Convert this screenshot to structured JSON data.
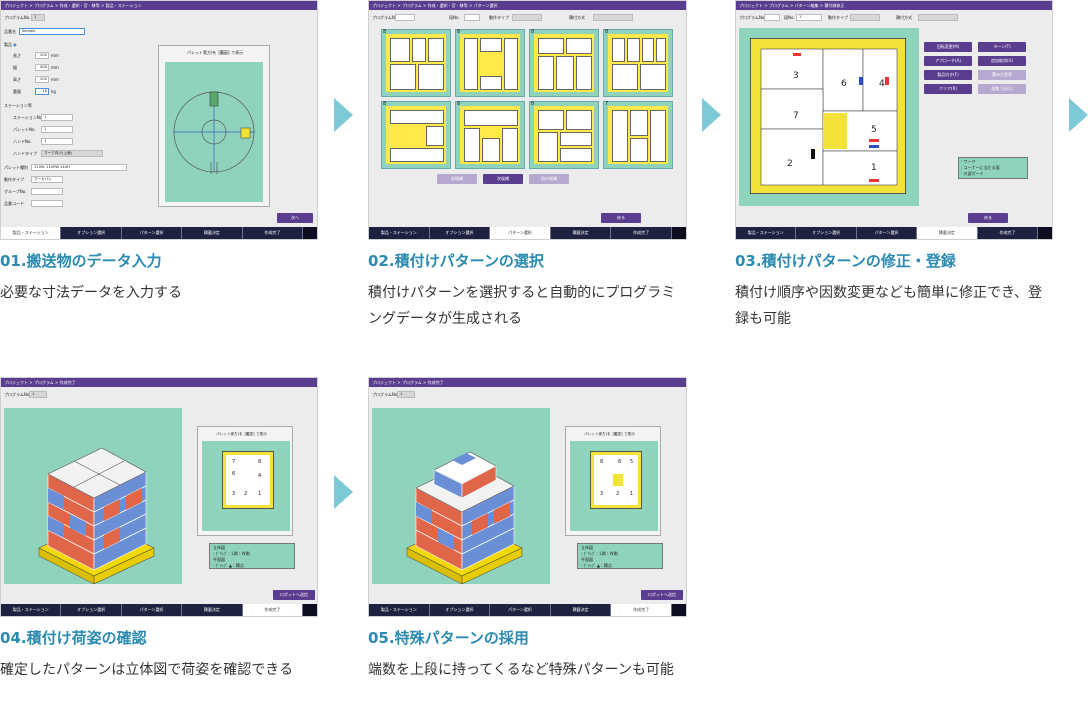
{
  "steps": [
    {
      "caption": "01.搬送物のデータ入力",
      "desc": "必要な寸法データを入力する",
      "screen": {
        "breadcrumb": "プロジェクト > プログラム > 作成・選択・宮・移等 > 製品・ステーション",
        "program_no_label": "プログラムNo.",
        "program_no": "1",
        "product_name_label": "品番名",
        "product_name": "Sample",
        "product_label": "製品",
        "dims": [
          {
            "label": "長さ",
            "value": "200",
            "unit": "mm"
          },
          {
            "label": "幅",
            "value": "400",
            "unit": "mm"
          },
          {
            "label": "高さ",
            "value": "200",
            "unit": "mm"
          },
          {
            "label": "重量",
            "value": "10",
            "unit": "kg"
          }
        ],
        "station_label": "ステーション等",
        "station_fields": [
          {
            "label": "ステーションNo.",
            "value": "1"
          },
          {
            "label": "パレットNo.",
            "value": "1"
          },
          {
            "label": "ハンドNo.",
            "value": "1"
          },
          {
            "label": "ハンドタイプ",
            "value": "マーク向け(上面)"
          }
        ],
        "pallet_label": "パレット種別",
        "pallet_value": "1100L 1100W 144H",
        "move_type_label": "動作タイプ",
        "move_type_value": "マーカパレ",
        "group_label": "グループNo.",
        "product_code_label": "品番コード",
        "view_toggle": [
          "パレット実方)を",
          "表示",
          "で表示"
        ],
        "next_button": "次へ",
        "nav": [
          "製品・ステーション",
          "オプション選択",
          "パターン選択",
          "積載決定",
          "作成完了"
        ],
        "active_nav": 0
      }
    },
    {
      "caption": "02.積付けパターンの選択",
      "desc": "積付けパターンを選択すると自動的にプログラミングデータが生成される",
      "screen": {
        "breadcrumb": "プロジェクト > プログラム > 作成・選択・宮・移等 > パターン選択",
        "program_no_label": "プログラムNo.",
        "layer_label": "段No.",
        "move_type_label": "動作タイプ",
        "stack_method_label": "積付方式",
        "tiles": [
          "8",
          "8",
          "8",
          "8",
          "8",
          "8",
          "8",
          "7"
        ],
        "pager_buttons": [
          "前候補",
          "次候補",
          "他の候補"
        ],
        "back_button": "戻る",
        "nav": [
          "製品・ステーション",
          "オプション選択",
          "パターン選択",
          "積載決定",
          "作成完了"
        ],
        "active_nav": 2
      }
    },
    {
      "caption": "03.積付けパターンの修正・登録",
      "desc": "積付け順序や因数変更なども簡単に修正でき、登録も可能",
      "screen": {
        "breadcrumb": "プロジェクト > プログラム > パターン編集 > 積付順修正",
        "program_no_label": "プログラムNo.",
        "layer_label": "段No.",
        "layer_value": "1",
        "move_type_label": "動作タイプ",
        "stack_method_label": "積付方式",
        "box_numbers": [
          "3",
          "6",
          "4",
          "7",
          "5",
          "2",
          "1"
        ],
        "side_buttons": [
          "回転変更(M)",
          "ターン(T)",
          "アプローチ(A)",
          "追加取消(U)",
          "製品向き(F)",
          "積み方変更",
          "クリア(R)",
          "段数下記(L)"
        ],
        "legend": [
          ": ワーク",
          ": コーナーに当たる面",
          ": 爪部ガード"
        ],
        "back_button": "戻る",
        "nav": [
          "製品・ステーション",
          "オプション選択",
          "パターン選択",
          "積載決定",
          "作成完了"
        ],
        "active_nav": 3
      }
    },
    {
      "caption": "04.積付け荷姿の確認",
      "desc": "確定したパターンは立体図で荷姿を確認できる",
      "screen": {
        "breadcrumb": "プロジェクト > プログラム > 作成完了",
        "program_no_label": "プログラムNo.",
        "program_no": "1",
        "view_toggle": [
          "パレット実方)を",
          "実寸",
          "で表示"
        ],
        "box_numbers": [
          "7",
          "8",
          "6",
          "4",
          "3",
          "2",
          "1"
        ],
        "legend_title_3d": "立体図",
        "legend_3d": ": ｸﾞﾘｯﾌﾟ  : L側  : W側",
        "legend_title_plan": "平面図",
        "legend_plan": ": ｸﾞﾘｯﾌﾟ  ▲ : 積点",
        "send_button": "ロボットへ送信",
        "nav": [
          "製品・ステーション",
          "オプション選択",
          "パターン選択",
          "積載決定",
          "作成完了"
        ],
        "active_nav": 4
      }
    },
    {
      "caption": "05.特殊パターンの採用",
      "desc": "端数を上段に持ってくるなど特殊パターンも可能",
      "screen": {
        "breadcrumb": "プロジェクト > プログラム > 作成完了",
        "program_no_label": "プログラムNo.",
        "program_no": "1",
        "view_toggle": [
          "パレット実方)を",
          "実寸",
          "で表示"
        ],
        "box_numbers": [
          "8",
          "6",
          "5",
          "3",
          "2",
          "1"
        ],
        "legend_title_3d": "立体図",
        "legend_3d": ": ｸﾞﾘｯﾌﾟ  : L側  : W側",
        "legend_title_plan": "平面図",
        "legend_plan": ": ｸﾞﾘｯﾌﾟ  ▲ : 積点",
        "send_button": "ロボットへ送信",
        "nav": [
          "製品・ステーション",
          "オプション選択",
          "パターン選択",
          "積載決定",
          "作成完了"
        ],
        "active_nav": 4
      }
    }
  ],
  "colors": {
    "caption": "#2a8ab0",
    "arrow": "#7ec9d8",
    "titlebar": "#5a3d8e",
    "panel": "#8fd3bd",
    "box_blue": "#6b8fd6",
    "box_red": "#e0664a",
    "pallet": "#f2d800"
  }
}
